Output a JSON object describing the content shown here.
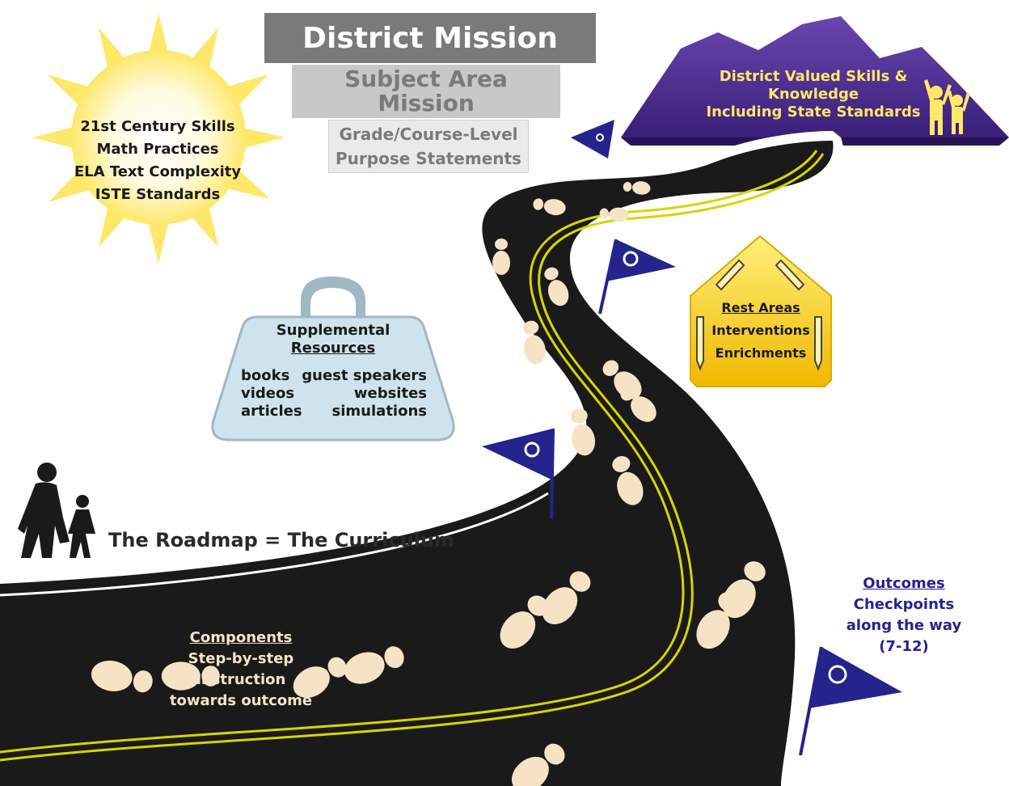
{
  "mission": {
    "district": "District Mission",
    "subject_line1": "Subject Area",
    "subject_line2": "Mission",
    "grade_line1": "Grade/Course-Level",
    "grade_line2": "Purpose Statements"
  },
  "sun": {
    "items": [
      "21st Century Skills",
      "Math Practices",
      "ELA Text Complexity",
      "ISTE Standards"
    ]
  },
  "mountain": {
    "line1": "District Valued Skills &",
    "line2": "Knowledge",
    "line3": "Including State Standards"
  },
  "rest_areas": {
    "title": "Rest Areas",
    "items": [
      "Interventions",
      "Enrichments"
    ]
  },
  "supplemental": {
    "title_line1": "Supplemental",
    "title_line2": "Resources",
    "left": [
      "books",
      "videos",
      "articles"
    ],
    "right": [
      "guest speakers",
      "websites",
      "simulations"
    ]
  },
  "roadmap": {
    "label": "The Roadmap = The Curriculum"
  },
  "components": {
    "title": "Components",
    "lines": [
      "Step-by-step",
      "instruction",
      "towards outcome"
    ]
  },
  "outcomes": {
    "title": "Outcomes",
    "lines": [
      "Checkpoints",
      "along the way",
      "(7-12)"
    ]
  },
  "colors": {
    "flag": "#24248c",
    "mountain": "#4a2a8c",
    "road": "#1a1a1a",
    "road_line": "#d8d400",
    "footprint": "#f6e3c6",
    "sun": "#fde86a",
    "rest_area": "#fbd000",
    "bag": "#cfe3ee",
    "mission_dark": "#7a7a7a",
    "mission_mid": "#c8c8c8",
    "mission_light": "#eaeaea"
  }
}
